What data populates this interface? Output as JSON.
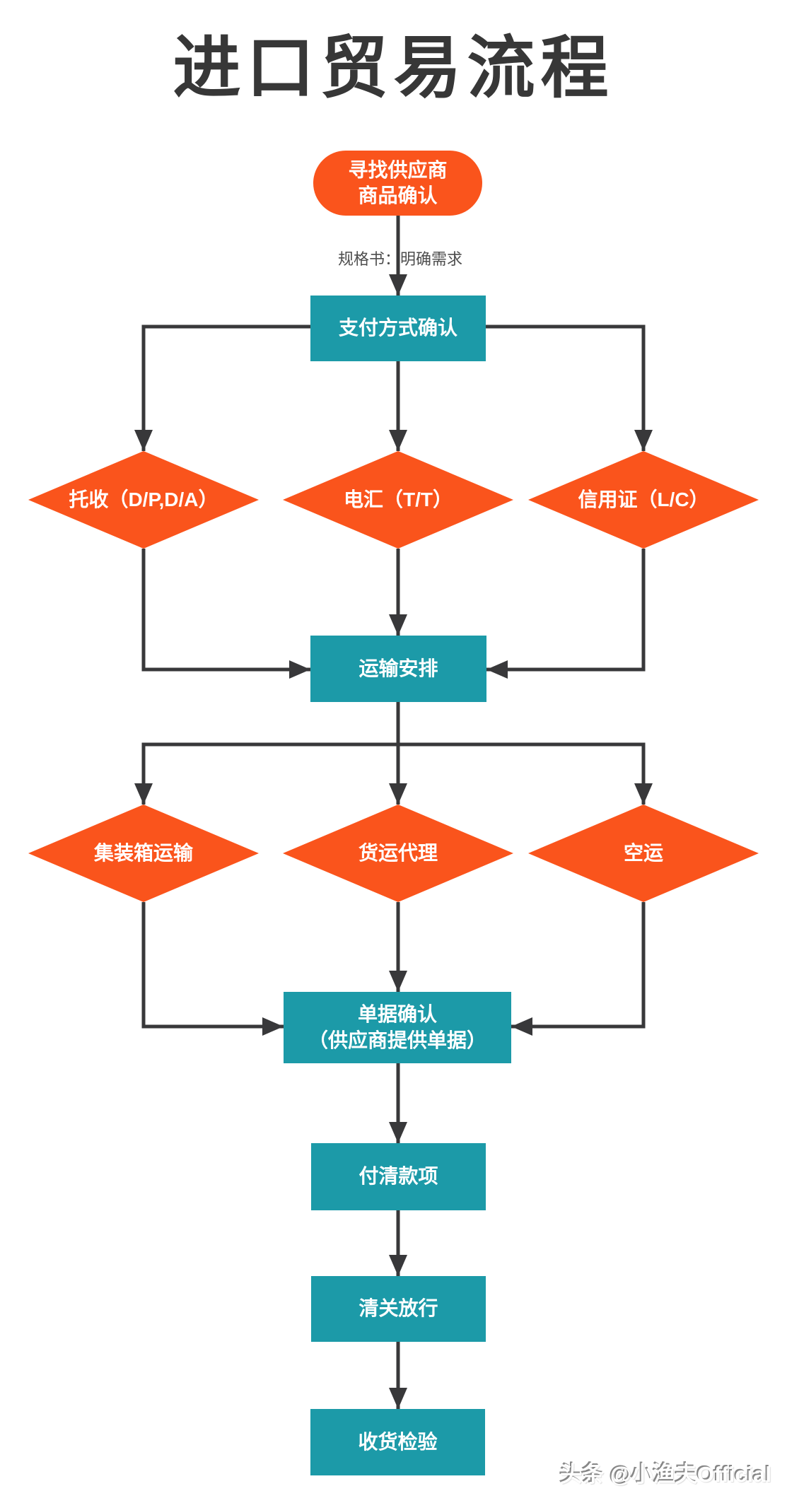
{
  "diagram": {
    "title": "进口贸易流程",
    "watermark": "头条 @小渔夫Official",
    "colors": {
      "accent_orange": "#FA541C",
      "accent_teal": "#1C9AA8",
      "connector": "#38383A",
      "title_text": "#373737",
      "label_text": "#4D4D4D",
      "node_text": "#FFFFFF"
    }
  },
  "nodes": {
    "start_line1": "寻找供应商",
    "start_line2": "商品确认",
    "spec_note": "规格书：明确需求",
    "payment": "支付方式确认",
    "collection": "托收（D/P,D/A）",
    "wire": "电汇（T/T）",
    "loc": "信用证（L/C）",
    "transport": "运输安排",
    "container": "集装箱运输",
    "forwarder": "货运代理",
    "air": "空运",
    "doc_line1": "单据确认",
    "doc_line2": "（供应商提供单据）",
    "pay": "付清款项",
    "customs": "清关放行",
    "inspect": "收货检验"
  }
}
